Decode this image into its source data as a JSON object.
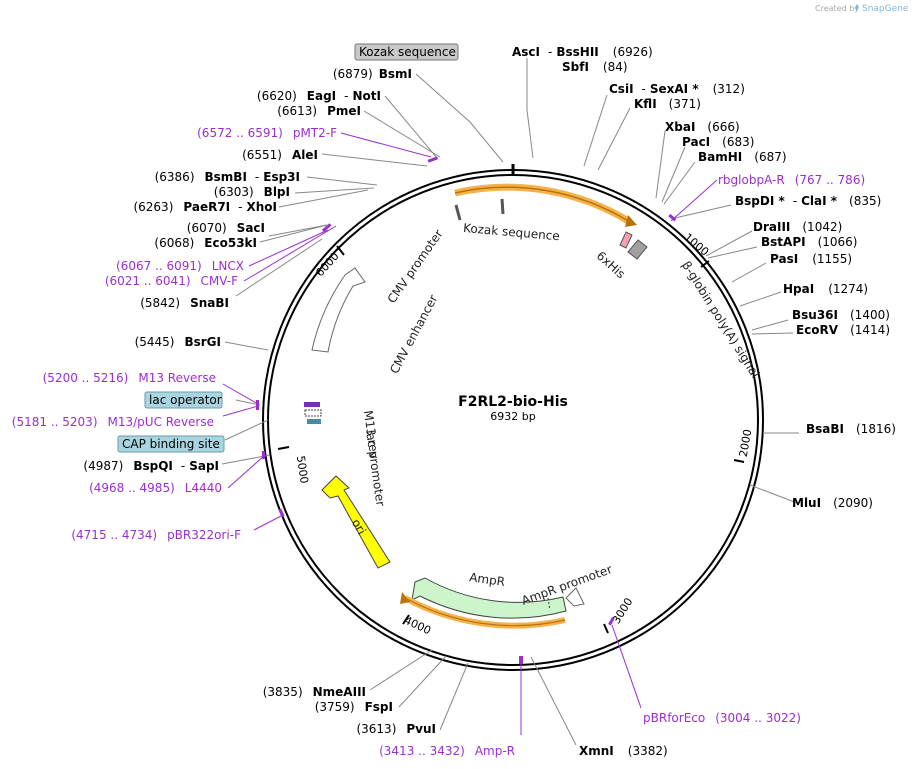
{
  "credit": {
    "text": "Created by",
    "brand": "SnapGene"
  },
  "plasmid": {
    "name": "F2RL2-bio-His",
    "size": "6932 bp"
  },
  "ticks": [
    "1000",
    "2000",
    "3000",
    "4000",
    "5000",
    "6000"
  ],
  "features": {
    "kozak": "Kozak sequence",
    "his": "6xHis",
    "polya": "β-globin poly(A) signal",
    "cmv_promoter": "CMV promoter",
    "cmv_enhancer": "CMV enhancer",
    "m13rev": "M13 rev",
    "lac_promoter": "lac promoter",
    "ori": "ori",
    "ampr": "AmpR",
    "ampr_promoter": "AmpR promoter"
  },
  "boxed": {
    "kozak": "Kozak sequence",
    "lac_operator": "lac operator",
    "cap": "CAP binding site"
  },
  "colors": {
    "primer": "#9a2fd0",
    "ori": "#ffff00",
    "ampr": "#ccf5cc",
    "orange": "#f6b24a",
    "lac_box": "#a9d5e0",
    "kozak_box": "#c8c8c8"
  },
  "enzymes": {
    "bsmi": {
      "pos": "(6879)",
      "name": "BsmI"
    },
    "asci": {
      "name": "AscI",
      "sep": "-",
      "name2": "BssHII",
      "pos": "(6926)"
    },
    "sbfi": {
      "name": "SbfI",
      "pos": "(84)"
    },
    "csii": {
      "name": "CsiI",
      "sep": "-",
      "name2": "SexAI *",
      "pos": "(312)"
    },
    "kfli": {
      "name": "KflI",
      "pos": "(371)"
    },
    "xbai": {
      "name": "XbaI",
      "pos": "(666)"
    },
    "paci": {
      "name": "PacI",
      "pos": "(683)"
    },
    "bamhi": {
      "name": "BamHI",
      "pos": "(687)"
    },
    "bspdi": {
      "name": "BspDI *",
      "sep": "-",
      "name2": "ClaI *",
      "pos": "(835)"
    },
    "draiii": {
      "name": "DraIII",
      "pos": "(1042)"
    },
    "bstapi": {
      "name": "BstAPI",
      "pos": "(1066)"
    },
    "pasi": {
      "name": "PasI",
      "pos": "(1155)"
    },
    "hpai": {
      "name": "HpaI",
      "pos": "(1274)"
    },
    "bsu36i": {
      "name": "Bsu36I",
      "pos": "(1400)"
    },
    "ecorv": {
      "name": "EcoRV",
      "pos": "(1414)"
    },
    "bsabi": {
      "name": "BsaBI",
      "pos": "(1816)"
    },
    "mlui": {
      "name": "MluI",
      "pos": "(2090)"
    },
    "xmni": {
      "name": "XmnI",
      "pos": "(3382)"
    },
    "pvui": {
      "pos": "(3613)",
      "name": "PvuI"
    },
    "fspi": {
      "pos": "(3759)",
      "name": "FspI"
    },
    "nmeaiii": {
      "pos": "(3835)",
      "name": "NmeAIII"
    },
    "bspqi": {
      "pos": "(4987)",
      "name": "BspQI",
      "sep": "-",
      "name2": "SapI"
    },
    "bsrgi": {
      "pos": "(5445)",
      "name": "BsrGI"
    },
    "snabi": {
      "pos": "(5842)",
      "name": "SnaBI"
    },
    "eco53ki": {
      "pos": "(6068)",
      "name": "Eco53kI"
    },
    "saci": {
      "pos": "(6070)",
      "name": "SacI"
    },
    "paer7i": {
      "pos": "(6263)",
      "name": "PaeR7I",
      "sep": "-",
      "name2": "XhoI"
    },
    "blpi": {
      "pos": "(6303)",
      "name": "BlpI"
    },
    "bsmbi": {
      "pos": "(6386)",
      "name": "BsmBI",
      "sep": "-",
      "name2": "Esp3I"
    },
    "alei": {
      "pos": "(6551)",
      "name": "AleI"
    },
    "pmei": {
      "pos": "(6613)",
      "name": "PmeI"
    },
    "eagi": {
      "pos": "(6620)",
      "name": "EagI",
      "sep": "-",
      "name2": "NotI"
    }
  },
  "primers": {
    "pmt2f": {
      "pos": "(6572 .. 6591)",
      "name": "pMT2-F"
    },
    "lncx": {
      "pos": "(6067 .. 6091)",
      "name": "LNCX"
    },
    "cmvf": {
      "pos": "(6021 .. 6041)",
      "name": "CMV-F"
    },
    "m13r": {
      "pos": "(5200 .. 5216)",
      "name": "M13 Reverse"
    },
    "m13puc": {
      "pos": "(5181 .. 5203)",
      "name": "M13/pUC Reverse"
    },
    "l4440": {
      "pos": "(4968 .. 4985)",
      "name": "L4440"
    },
    "pbr322": {
      "pos": "(4715 .. 4734)",
      "name": "pBR322ori-F"
    },
    "rbglob": {
      "name": "rbglobpA-R",
      "pos": "(767 .. 786)"
    },
    "pbrfor": {
      "name": "pBRforEco",
      "pos": "(3004 .. 3022)"
    },
    "ampr": {
      "pos": "(3413 .. 3432)",
      "name": "Amp-R"
    }
  }
}
